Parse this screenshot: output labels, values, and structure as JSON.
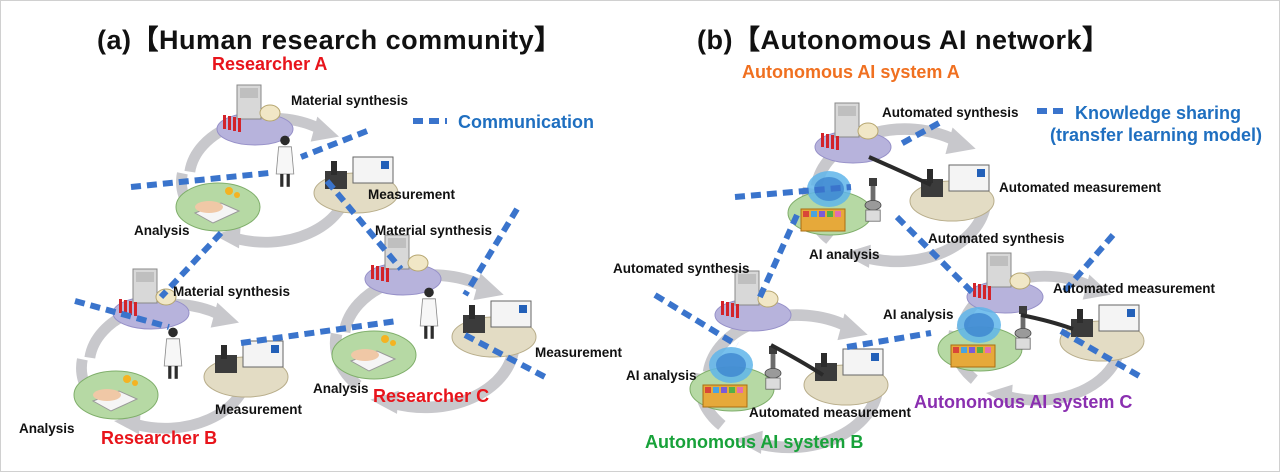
{
  "panel_a": {
    "title": "(a)【Human research community】",
    "researcher_a": "Researcher A",
    "researcher_b": "Researcher B",
    "researcher_c": "Researcher C",
    "legend_label": "Communication",
    "labels": {
      "a_synthesis": "Material synthesis",
      "a_measurement": "Measurement",
      "a_analysis": "Analysis",
      "b_synthesis": "Material synthesis",
      "b_measurement": "Measurement",
      "b_analysis": "Analysis",
      "c_synthesis": "Material synthesis",
      "c_measurement": "Measurement",
      "c_analysis": "Analysis"
    }
  },
  "panel_b": {
    "title": "(b)【Autonomous AI network】",
    "system_a": "Autonomous AI system A",
    "system_b": "Autonomous AI system B",
    "system_c": "Autonomous AI system C",
    "legend_line1": "Knowledge sharing",
    "legend_line2": "(transfer learning model)",
    "labels": {
      "a_synthesis": "Automated synthesis",
      "a_measurement": "Automated measurement",
      "a_analysis": "AI analysis",
      "b_synthesis": "Automated synthesis",
      "b_measurement": "Automated measurement",
      "b_analysis": "AI analysis",
      "c_synthesis": "Automated synthesis",
      "c_measurement": "Automated measurement",
      "c_analysis": "AI analysis"
    }
  },
  "colors": {
    "researcher_label": "#e8141b",
    "system_a": "#f07020",
    "system_b": "#18a23a",
    "system_c": "#8a2fb0",
    "dashed_link": "#3a74cc",
    "legend_text": "#1f6fc0",
    "cycle_arrow": "#c8c8cc"
  }
}
